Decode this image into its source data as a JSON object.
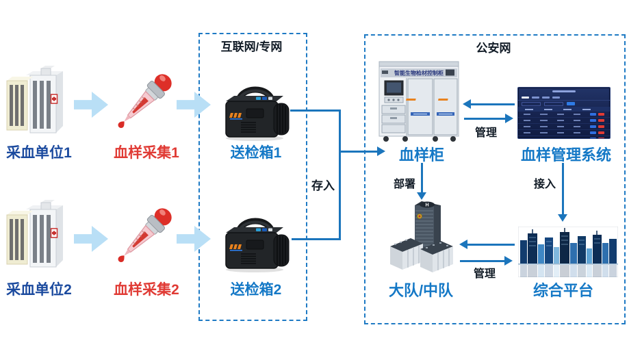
{
  "zones": {
    "internet": {
      "label": "互联网/专网"
    },
    "police_net": {
      "label": "公安网"
    }
  },
  "nodes": {
    "unit1": {
      "label": "采血单位1"
    },
    "unit2": {
      "label": "采血单位2"
    },
    "sample1": {
      "label": "血样采集1"
    },
    "sample2": {
      "label": "血样采集2"
    },
    "box1": {
      "label": "送检箱1"
    },
    "box2": {
      "label": "送检箱2"
    },
    "cabinet": {
      "label": "血样柜",
      "header_text": "智能生物检材控制柜"
    },
    "mgmt_system": {
      "label": "血样管理系统"
    },
    "brigade": {
      "label": "大队/中队",
      "helipad_letter": "H"
    },
    "platform": {
      "label": "综合平台"
    }
  },
  "edges": {
    "store": "存入",
    "deploy": "部署",
    "access": "接入",
    "manage_cabinet": "管理",
    "manage_platform": "管理"
  },
  "screen": {
    "row_count": 5
  },
  "colors": {
    "accent_blue": "#1b75bc",
    "dashed_border": "#1e7ac4",
    "label_blue": "#1478c6",
    "label_navy": "#1b4a9e",
    "label_red": "#e03a34",
    "block_arrow_fill": "#b9dff6",
    "dark_text": "#111b26"
  }
}
